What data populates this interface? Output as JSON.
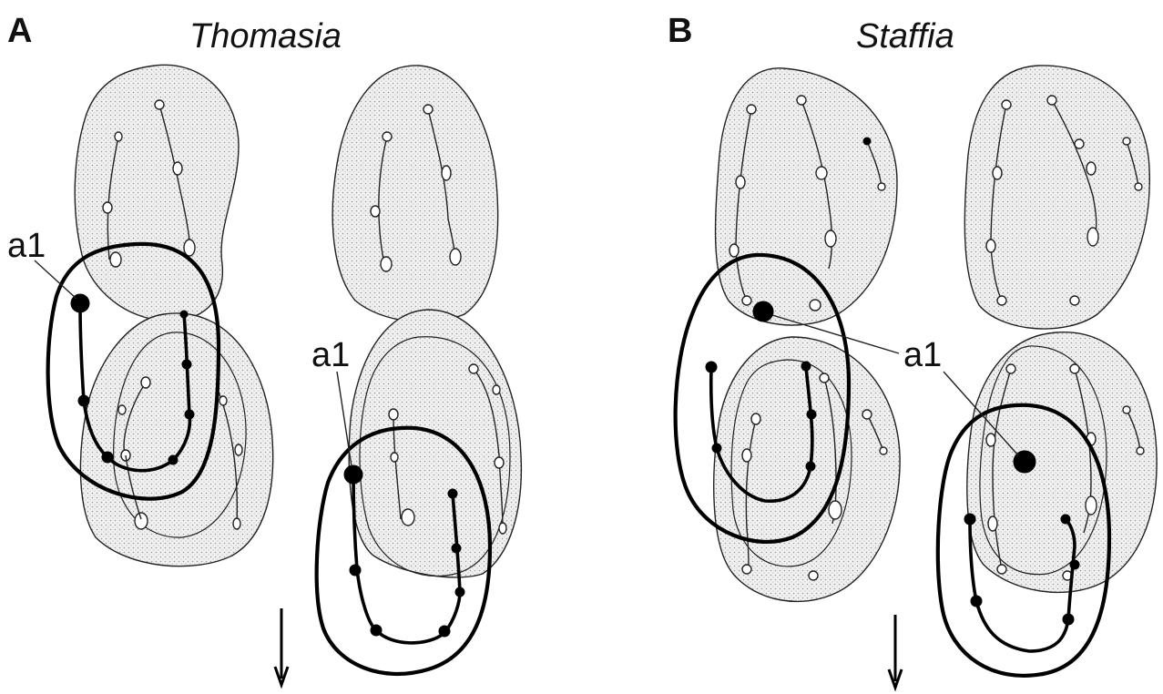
{
  "panels": [
    {
      "letter": "A",
      "title": "Thomasia"
    },
    {
      "letter": "B",
      "title": "Staffia"
    }
  ],
  "labels": {
    "a1_left_A": "a1",
    "a1_right_A": "a1",
    "a1_B": "a1"
  },
  "colors": {
    "ink": "#000000",
    "stipple": "#9a9a9a"
  }
}
